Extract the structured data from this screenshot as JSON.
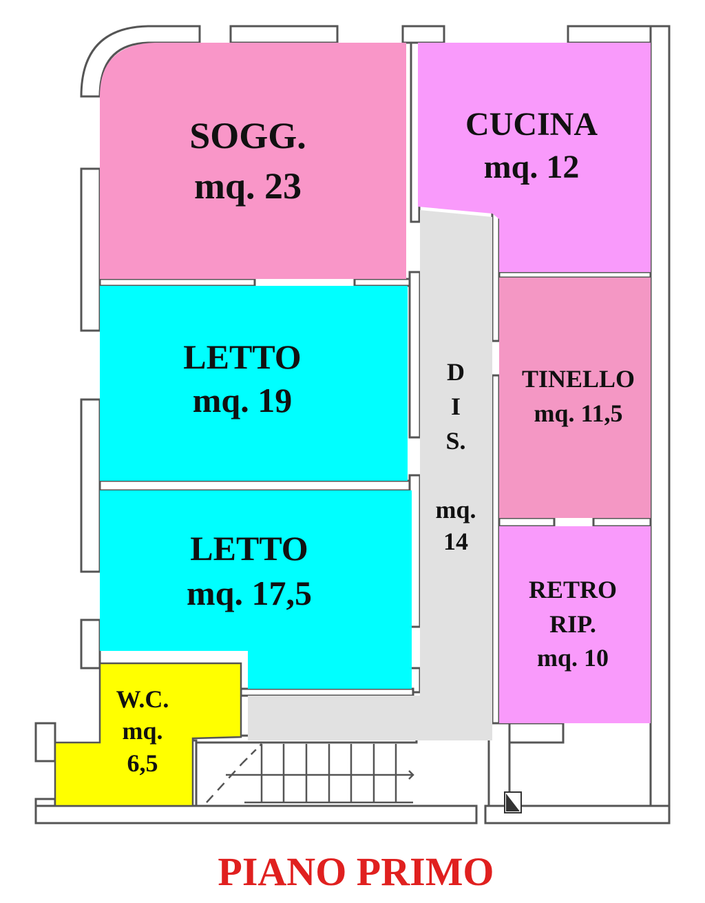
{
  "colors": {
    "soggiorno": "#f996c8",
    "cucina": "#f99afb",
    "letto": "#00ffff",
    "tinello": "#f497c4",
    "retro": "#f99afb",
    "wc": "#ffff00",
    "dis": "#e1e1e1",
    "title": "#e0201f"
  },
  "rooms": {
    "soggiorno": {
      "name": "SOGG.",
      "area": "mq. 23"
    },
    "cucina": {
      "name": "CUCINA",
      "area": "mq. 12"
    },
    "letto1": {
      "name": "LETTO",
      "area": "mq. 19"
    },
    "letto2": {
      "name": "LETTO",
      "area": "mq. 17,5"
    },
    "tinello": {
      "name": "TINELLO",
      "area": "mq. 11,5"
    },
    "retro": {
      "name1": "RETRO",
      "name2": "RIP.",
      "area": "mq. 10"
    },
    "wc": {
      "name": "W.C.",
      "area_label": "mq.",
      "area_value": "6,5"
    },
    "dis": {
      "letters": [
        "D",
        "I",
        "S."
      ],
      "area_label": "mq.",
      "area_value": "14"
    }
  },
  "title": "PIANO PRIMO"
}
